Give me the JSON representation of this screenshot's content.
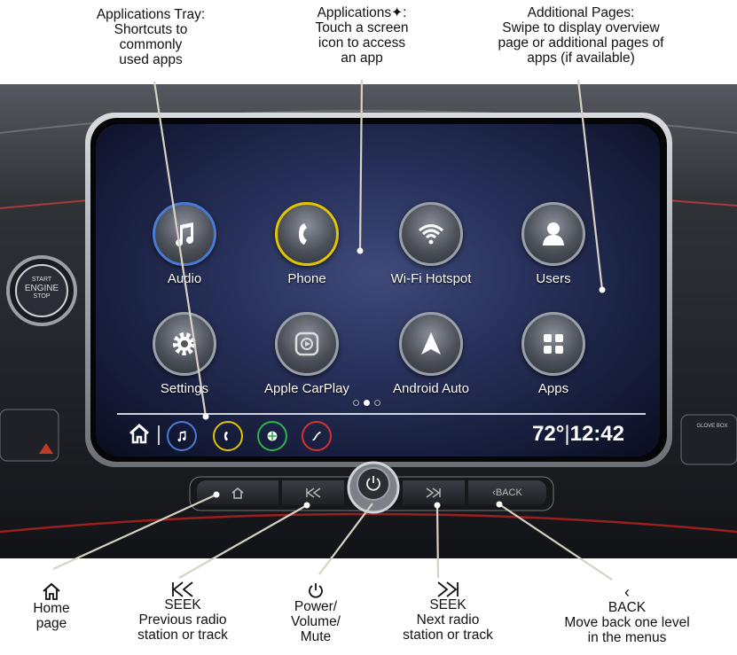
{
  "callouts": {
    "tray": [
      "Applications Tray:",
      "Shortcuts to",
      "commonly",
      "used apps"
    ],
    "applications": [
      "Applications✦:",
      "Touch a screen",
      "icon to access",
      "an app"
    ],
    "pages": [
      "Additional Pages:",
      "Swipe to display overview",
      "page or additional pages of",
      "apps (if available)"
    ],
    "home": [
      "Home",
      "page"
    ],
    "seek_prev": [
      "SEEK",
      "Previous radio",
      "station or track"
    ],
    "power": [
      "Power/",
      "Volume/",
      "Mute"
    ],
    "seek_next": [
      "SEEK",
      "Next radio",
      "station or track"
    ],
    "back_label": "BACK",
    "back": [
      "Move back one level",
      "in the menus"
    ]
  },
  "apps": {
    "audio": "Audio",
    "phone": "Phone",
    "wifi": "Wi-Fi Hotspot",
    "users": "Users",
    "settings": "Settings",
    "carplay": "Apple CarPlay",
    "android": "Android Auto",
    "more": "Apps"
  },
  "status": {
    "temperature": "72°",
    "time": "12:42"
  },
  "hardware": {
    "start_button": [
      "START",
      "ENGINE",
      "STOP"
    ],
    "back_button": "BACK",
    "glovebox": "GLOVE BOX"
  },
  "colors": {
    "audio_ring": "#4a7bd4",
    "phone_ring": "#e3c400",
    "nav_ring": "#2fb34a",
    "onstar_ring": "#d93030"
  }
}
